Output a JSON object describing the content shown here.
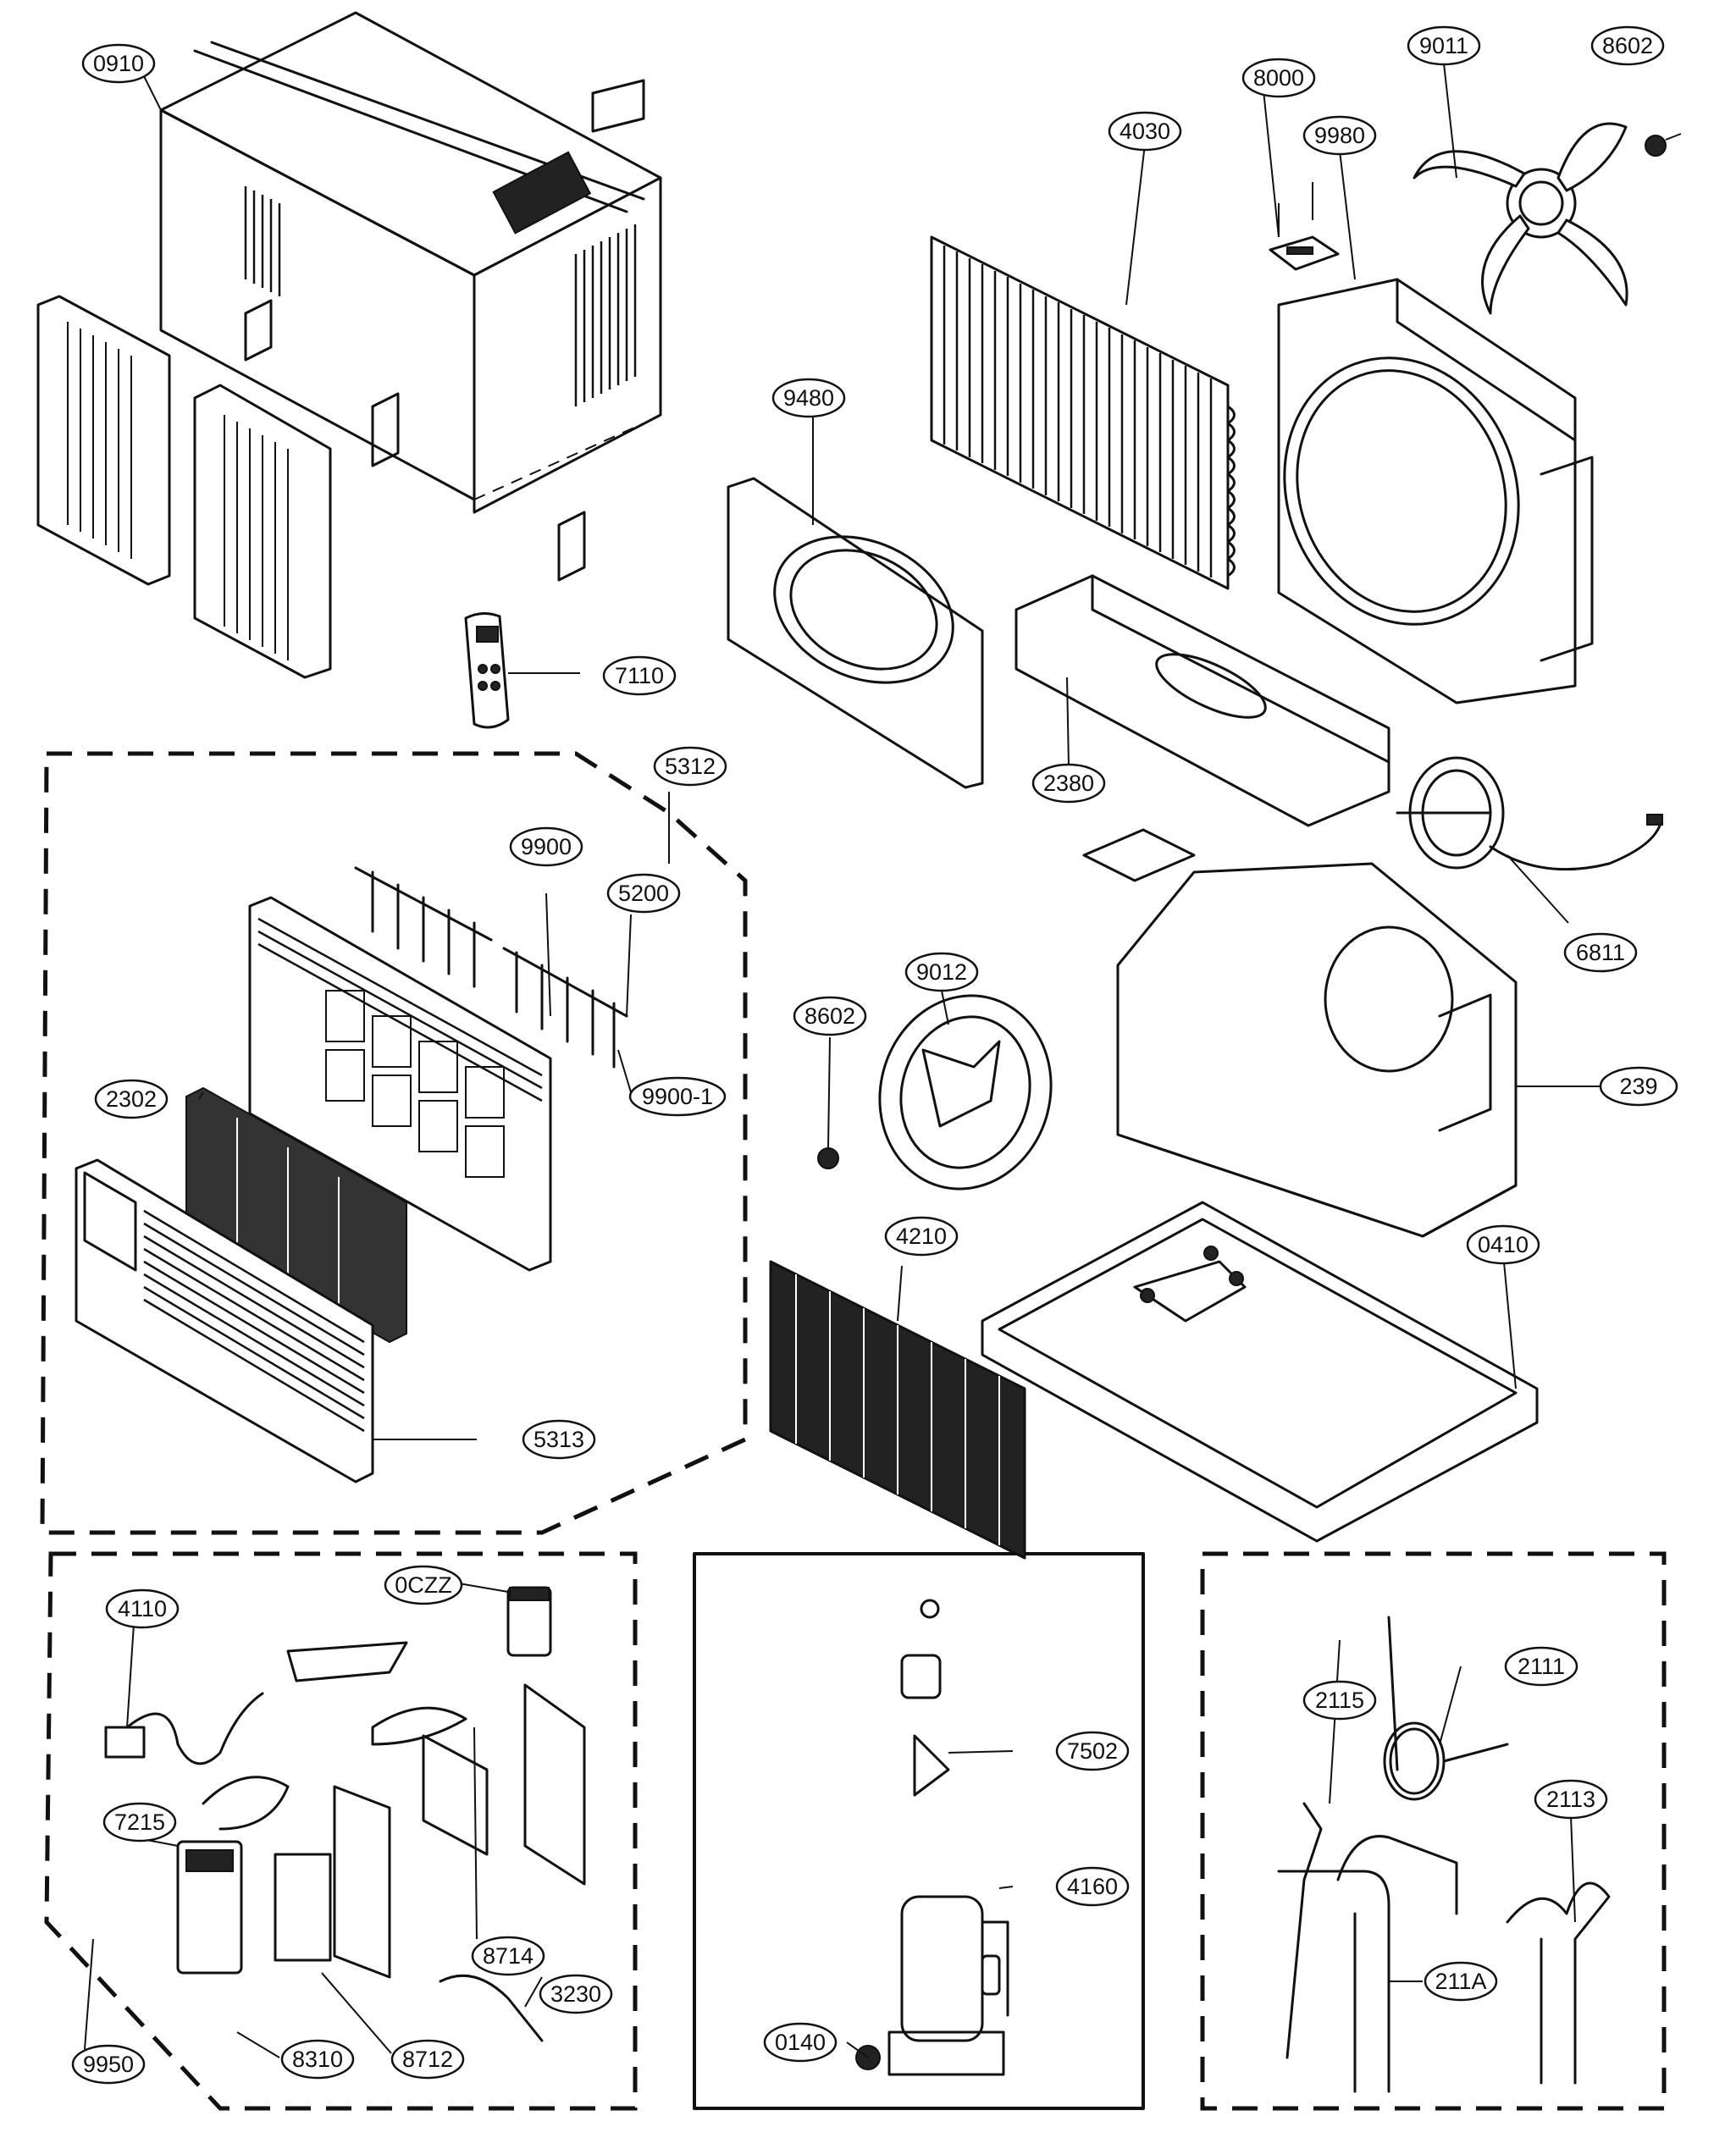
{
  "diagram": {
    "type": "exploded-parts-diagram",
    "style": "black line art on white",
    "labels": {
      "l0910": "0910",
      "l8000": "8000",
      "l9011": "9011",
      "l8602a": "8602",
      "l4030": "4030",
      "l9980": "9980",
      "l9480": "9480",
      "l7110": "7110",
      "l5312": "5312",
      "l9900": "9900",
      "l5200": "5200",
      "l2380": "2380",
      "l6811": "6811",
      "l9012": "9012",
      "l8602b": "8602",
      "l2302": "2302",
      "l9900_1": "9900-1",
      "l2390": "239",
      "l4210": "4210",
      "l0410": "0410",
      "l5313": "5313",
      "l0CZZ": "0CZZ",
      "l4110": "4110",
      "l7502": "7502",
      "l2111": "2111",
      "l2115": "2115",
      "l2113": "2113",
      "l7215": "7215",
      "l4160": "4160",
      "l8714": "8714",
      "l3230": "3230",
      "l211A": "211A",
      "l9950": "9950",
      "l8310": "8310",
      "l8712": "8712",
      "l0140": "0140"
    }
  }
}
